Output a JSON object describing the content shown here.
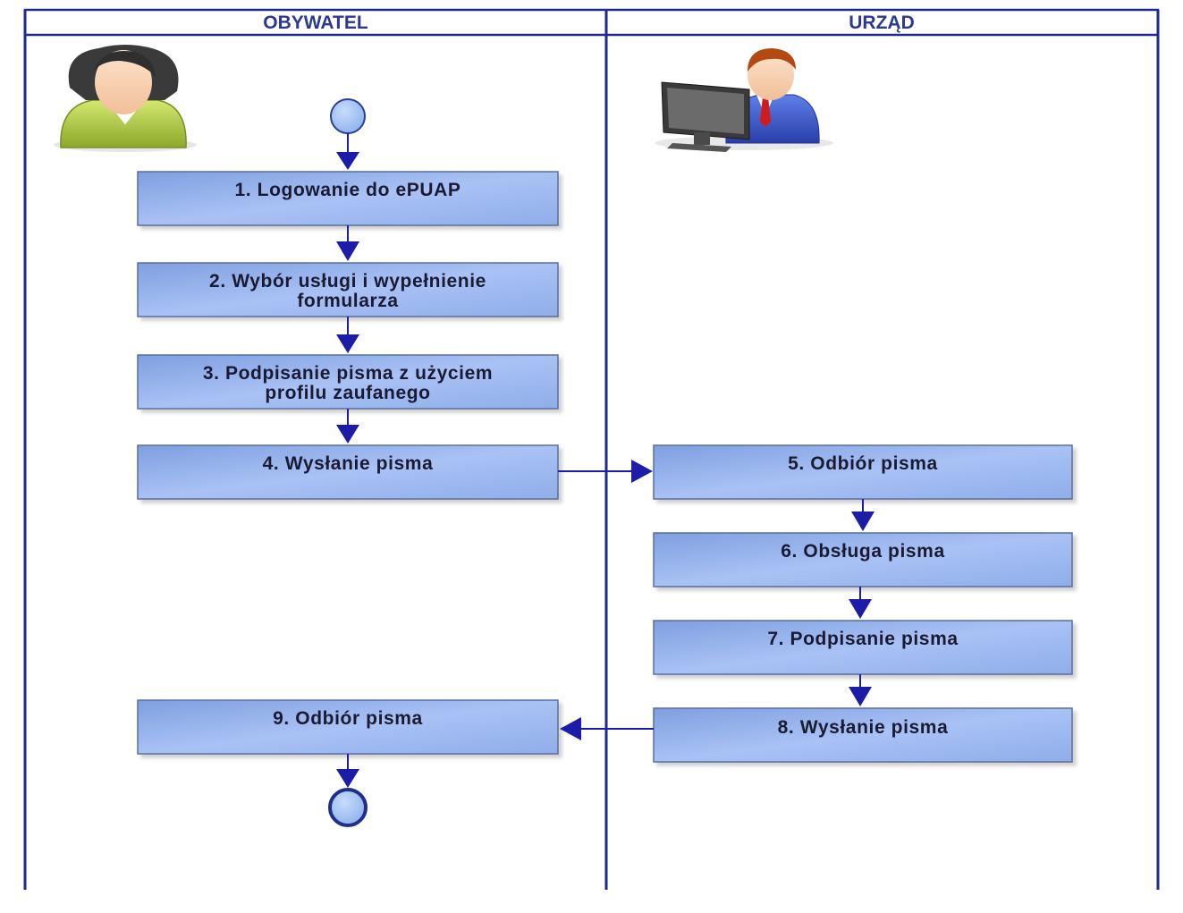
{
  "lanes": {
    "left_title": "OBYWATEL",
    "right_title": "URZĄD"
  },
  "actors": {
    "left": "citizen-avatar-icon",
    "right": "office-clerk-computer-icon"
  },
  "steps": {
    "s1": {
      "lines": [
        "1. Logowanie do ePUAP"
      ]
    },
    "s2": {
      "lines": [
        "2. Wybór usługi i wypełnienie",
        "formularza"
      ]
    },
    "s3": {
      "lines": [
        "3. Podpisanie pisma z użyciem",
        "profilu zaufanego"
      ]
    },
    "s4": {
      "lines": [
        "4. Wysłanie pisma"
      ]
    },
    "s5": {
      "lines": [
        "5. Odbiór pisma"
      ]
    },
    "s6": {
      "lines": [
        "6. Obsługa pisma"
      ]
    },
    "s7": {
      "lines": [
        "7. Podpisanie pisma"
      ]
    },
    "s8": {
      "lines": [
        "8. Wysłanie pisma"
      ]
    },
    "s9": {
      "lines": [
        "9. Odbiór pisma"
      ]
    }
  },
  "colors": {
    "lane_line": "#1f2a8c",
    "arrow": "#1c1ca8",
    "box_fill": "#9fbaf2",
    "box_stroke": "#5a6e9e",
    "event_fill": "#9fc1f5",
    "event_stroke": "#2b3f9a"
  }
}
